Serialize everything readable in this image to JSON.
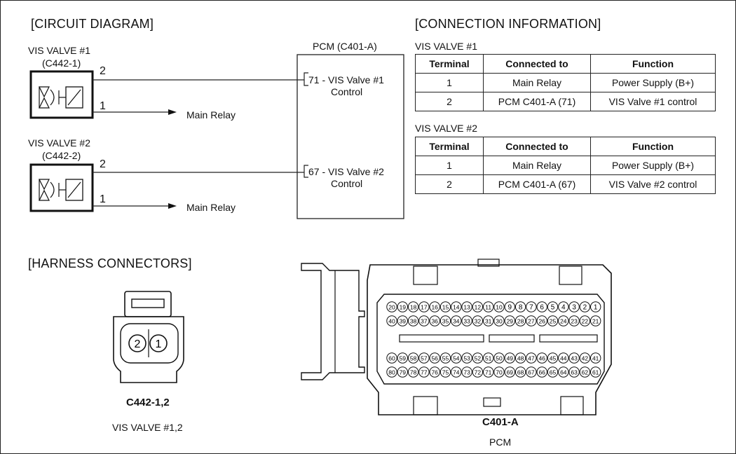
{
  "circuit": {
    "title": "[CIRCUIT DIAGRAM]",
    "valve1": {
      "name": "VIS VALVE #1",
      "connector": "(C442-1)",
      "pin2": "2",
      "pin1": "1",
      "to": "Main Relay"
    },
    "valve2": {
      "name": "VIS VALVE #2",
      "connector": "(C442-2)",
      "pin2": "2",
      "pin1": "1",
      "to": "Main Relay"
    },
    "pcm": {
      "title": "PCM (C401-A)",
      "pin71": "71 - VIS Valve #1",
      "pin71b": "Control",
      "pin67": "67 - VIS Valve #2",
      "pin67b": "Control"
    }
  },
  "connection": {
    "title": "[CONNECTION INFORMATION]",
    "headers": [
      "Terminal",
      "Connected to",
      "Function"
    ],
    "tables": [
      {
        "title": "VIS VALVE #1",
        "rows": [
          [
            "1",
            "Main Relay",
            "Power Supply (B+)"
          ],
          [
            "2",
            "PCM C401-A (71)",
            "VIS Valve #1 control"
          ]
        ]
      },
      {
        "title": "VIS VALVE #2",
        "rows": [
          [
            "1",
            "Main Relay",
            "Power Supply (B+)"
          ],
          [
            "2",
            "PCM C401-A (67)",
            "VIS Valve #2 control"
          ]
        ]
      }
    ]
  },
  "harness": {
    "title": "[HARNESS CONNECTORS]",
    "c442": {
      "name": "C442-1,2",
      "desc": "VIS VALVE #1,2",
      "pin_a": "2",
      "pin_b": "1"
    },
    "c401": {
      "name": "C401-A",
      "desc": "PCM",
      "rows": [
        [
          "20",
          "19",
          "18",
          "17",
          "16",
          "15",
          "14",
          "13",
          "12",
          "11",
          "10",
          "9",
          "8",
          "7",
          "6",
          "5",
          "4",
          "3",
          "2",
          "1"
        ],
        [
          "40",
          "39",
          "38",
          "37",
          "36",
          "35",
          "34",
          "33",
          "32",
          "31",
          "30",
          "29",
          "28",
          "27",
          "26",
          "25",
          "24",
          "23",
          "22",
          "21"
        ],
        [
          "60",
          "59",
          "58",
          "57",
          "56",
          "55",
          "54",
          "53",
          "52",
          "51",
          "50",
          "49",
          "48",
          "47",
          "46",
          "45",
          "44",
          "43",
          "42",
          "41"
        ],
        [
          "80",
          "79",
          "78",
          "77",
          "76",
          "75",
          "74",
          "73",
          "72",
          "71",
          "70",
          "69",
          "68",
          "67",
          "66",
          "65",
          "64",
          "63",
          "62",
          "61"
        ]
      ]
    }
  }
}
